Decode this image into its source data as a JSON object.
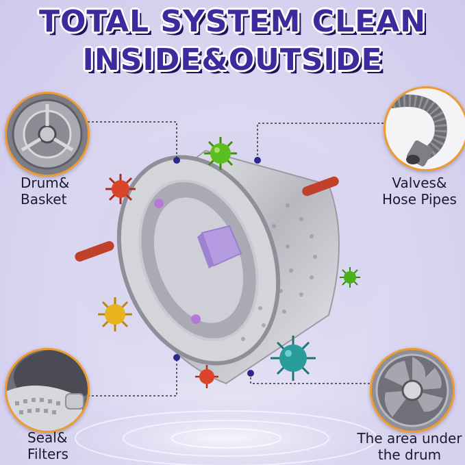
{
  "headline": {
    "line1": "TOTAL SYSTEM CLEAN",
    "line2": "INSIDE&OUTSIDE"
  },
  "callouts": {
    "drum_basket": {
      "line1": "Drum&",
      "line2": "Basket",
      "icon": "drum-basket-icon"
    },
    "valves_hoses": {
      "line1": "Valves&",
      "line2": "Hose Pipes",
      "icon": "hose-pipe-icon"
    },
    "seal_filters": {
      "line1": "Seal&",
      "line2": "Filters",
      "icon": "seal-filter-icon"
    },
    "under_drum": {
      "line1": "The area under",
      "line2": "the drum",
      "icon": "drum-underside-icon"
    }
  },
  "colors": {
    "title": "#3d2a9c",
    "title_shadow": "#1c1258",
    "circle_border": "#f29a2e",
    "background": "#dcd8f1",
    "tablet": "#b59be0",
    "germ_green": "#5bbf22",
    "germ_red": "#d9452a",
    "germ_yellow": "#e8b31c",
    "germ_teal": "#2b9c9c",
    "germ_purple": "#b678d6"
  }
}
